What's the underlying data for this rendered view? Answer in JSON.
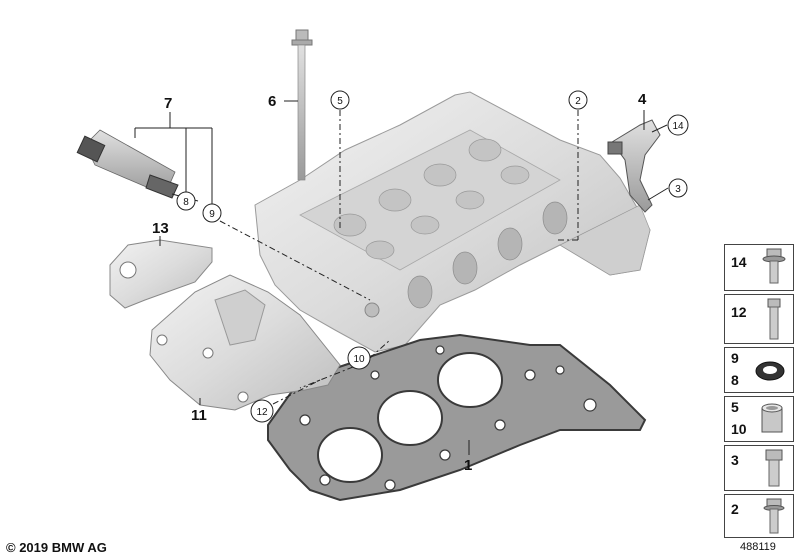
{
  "callouts": {
    "c1": "1",
    "c2": "2",
    "c3": "3",
    "c4": "4",
    "c5": "5",
    "c6": "6",
    "c7": "7",
    "c8": "8",
    "c9": "9",
    "c10": "10",
    "c11": "11",
    "c12": "12",
    "c13": "13",
    "c14": "14"
  },
  "legend": [
    {
      "nums": [
        "14"
      ],
      "icon": "flange-bolt-icon"
    },
    {
      "nums": [
        "12"
      ],
      "icon": "long-bolt-icon"
    },
    {
      "nums": [
        "9",
        "8"
      ],
      "icon": "o-ring-icon"
    },
    {
      "nums": [
        "5",
        "10"
      ],
      "icon": "dowel-sleeve-icon"
    },
    {
      "nums": [
        "3"
      ],
      "icon": "hex-bolt-icon"
    },
    {
      "nums": [
        "2"
      ],
      "icon": "stud-bolt-icon"
    }
  ],
  "footer": {
    "copyright": "© 2019 BMW AG",
    "diagram_number": "488119"
  },
  "colors": {
    "part_fill": "#e6e6e6",
    "part_stroke": "#8a8a8a",
    "gasket": "#3a3a3a",
    "ink": "#111111"
  }
}
